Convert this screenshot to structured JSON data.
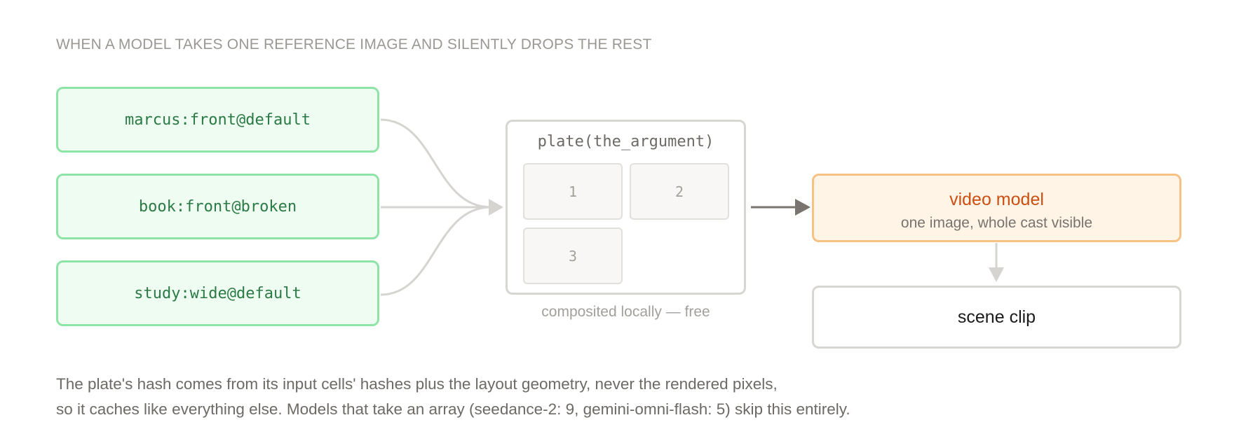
{
  "heading": "WHEN A MODEL TAKES ONE REFERENCE IMAGE AND SILENTLY DROPS THE REST",
  "inputs": [
    {
      "label": "marcus:front@default"
    },
    {
      "label": "book:front@broken"
    },
    {
      "label": "study:wide@default"
    }
  ],
  "plate": {
    "title": "plate(the_argument)",
    "cells": [
      "1",
      "2",
      "3"
    ],
    "caption": "composited locally — free"
  },
  "model": {
    "title": "video model",
    "subtitle": "one image, whole cast visible"
  },
  "output": {
    "label": "scene clip"
  },
  "notes": [
    "The plate's hash comes from its input cells' hashes plus the layout geometry, never the rendered pixels,",
    "so it caches like everything else. Models that take an array (seedance-2: 9, gemini-omni-flash: 5) skip this entirely."
  ],
  "colors": {
    "input_border": "#8ee3a6",
    "input_fill": "#eefcf2",
    "input_text": "#2b7a45",
    "model_border": "#f6c185",
    "model_fill": "#fff4e6",
    "model_text": "#cc4e12",
    "connector": "#d6d4d1",
    "strong_arrow": "#7a746e"
  }
}
